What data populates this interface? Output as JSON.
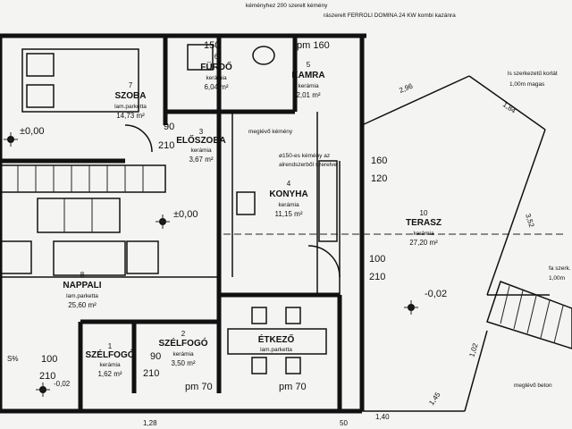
{
  "notes": {
    "top1": "kéményhez 200 szerelt kémény",
    "top2": "rászerelt FERROLI DOMINA 24 KW kombi kazánra",
    "smoke_note1": "ø150-es kémény az",
    "smoke_note2": "alrendszerből szerelve",
    "existing_chimney": "meglévő kémény",
    "right_top1": "ls szerkezetű korlát",
    "right_top2": "1,00m magas",
    "right_bottom1": "fa szerk.",
    "right_bottom2": "1,00m",
    "existing_concrete": "meglévő beton"
  },
  "rooms": {
    "bedroom": {
      "num": "7",
      "name": "SZOBA",
      "floor": "lam.parketta",
      "area": "14,73 m²"
    },
    "bathroom": {
      "num": "6",
      "name": "FÜRDŐ",
      "floor": "kerámia",
      "area": "6,04 m²"
    },
    "pantry": {
      "num": "5",
      "name": "KAMRA",
      "floor": "kerámia",
      "area": "2,01 m²"
    },
    "hall": {
      "num": "3",
      "name": "ELŐSZOBA",
      "floor": "kerámia",
      "area": "3,67 m²"
    },
    "kitchen": {
      "num": "4",
      "name": "KONYHA",
      "floor": "kerámia",
      "area": "11,15 m²"
    },
    "living": {
      "num": "8",
      "name": "NAPPALI",
      "floor": "lam.parketta",
      "area": "25,60 m²"
    },
    "dining": {
      "num": "",
      "name": "ÉTKEZŐ",
      "floor": "lam.parketta",
      "area": ""
    },
    "entry": {
      "num": "1",
      "name": "SZÉLFOGÓ",
      "floor": "kerámia",
      "area": "1,62 m²"
    },
    "windbreak": {
      "num": "2",
      "name": "SZÉLFOGÓ",
      "floor": "kerámia",
      "area": "3,50 m²"
    },
    "terrace": {
      "num": "10",
      "name": "TERASZ",
      "floor": "kerámia",
      "area": "27,20 m²"
    }
  },
  "dims": {
    "d150a": "150",
    "pm160": "pm 160",
    "d90a": "90",
    "d210a": "210",
    "d160": "160",
    "d120": "120",
    "d100a": "100",
    "d210b": "210",
    "d100b": "100",
    "d210c": "210",
    "d90b": "90",
    "d210d": "210",
    "pm70a": "pm 70",
    "pm70b": "pm 70",
    "s296": "2,96",
    "s184": "1,84",
    "s352": "3,52",
    "s102": "1,02",
    "s145": "1,45",
    "s140": "1,40",
    "s128": "1,28",
    "s50": "50",
    "lvl1": "±0,00",
    "lvl2": "±0,00",
    "lvl3": "-0,02",
    "lvl4": "-0,02",
    "slopes": "S%"
  }
}
